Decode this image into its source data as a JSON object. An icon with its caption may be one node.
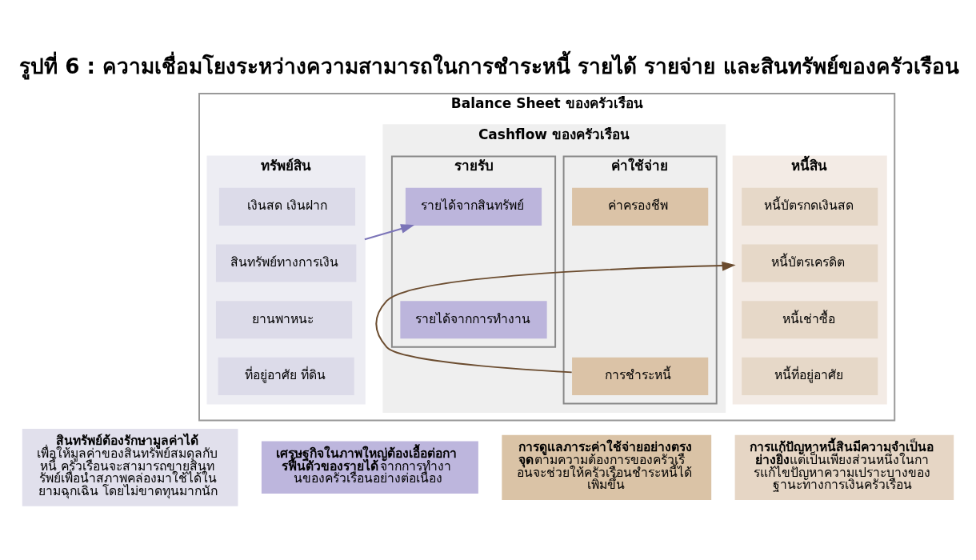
{
  "diagram": {
    "title": "รูปที่ 6 : ความเชื่อมโยงระหว่างความสามารถในการชำระหนี้ รายได้ รายจ่าย และสินทรัพย์ของครัวเรือน",
    "nodes": [
      {
        "text": [
          "Balance Sheet ของครัวเรือน"
        ]
      },
      {
        "text": [
          "ทรัพย์สิน"
        ],
        "in": 0
      },
      {
        "text": [
          "เงินสด เงินฝาก"
        ],
        "in": 1
      },
      {
        "text": [
          "สินทรัพย์ทางการเงิน"
        ],
        "in": 1
      },
      {
        "text": [
          "ยานพาหนะ"
        ],
        "in": 1
      },
      {
        "text": [
          "ที่อยู่อาศัย ที่ดิน"
        ],
        "in": 1
      },
      {
        "text": [
          "Cashflow ของครัวเรือน"
        ],
        "in": 0
      },
      {
        "text": [
          "รายรับ"
        ],
        "in": 6
      },
      {
        "text": [
          "รายได้จากสินทรัพย์"
        ],
        "in": 7
      },
      {
        "text": [
          "รายได้จากการทำงาน"
        ],
        "in": 7
      },
      {
        "text": [
          "ค่าใช้จ่าย"
        ],
        "in": 6
      },
      {
        "text": [
          "ค่าครองชีพ"
        ],
        "in": 10
      },
      {
        "text": [
          "การชำระหนี้"
        ],
        "in": 10
      },
      {
        "text": [
          "หนี้สิน"
        ],
        "in": 0
      },
      {
        "text": [
          "หนี้บัตรกดเงินสด"
        ],
        "in": 13
      },
      {
        "text": [
          "หนี้บัตรเครดิต"
        ],
        "in": 13
      },
      {
        "text": [
          "หนี้เช่าซื้อ"
        ],
        "in": 13
      },
      {
        "text": [
          "หนี้ที่อยู่อาศัย"
        ],
        "in": 13
      },
      {
        "text": [
          "**สินทรัพย์ต้องรักษามูลค่าได้** เพื่อให้มูลค่าของสินทรัพย์สมดุลกับหนี้ ครัวเรือนจะสามารถขายสินทรัพย์เพื่อนำสภาพคล่องมาใช้ได้ในยามฉุกเฉิน โดยไม่ขาดทุนมากนัก"
        ]
      },
      {
        "text": [
          "**เศรษฐกิจในภาพใหญ่ต้องเอื้อต่อการฟื้นตัวของรายได้** จากการทำงานของครัวเรือนอย่างต่อเนื่อง"
        ]
      },
      {
        "text": [
          "**การดูแลภาระค่าใช้จ่ายอย่างตรงจุด** ตามความต้องการของครัวเรือนจะช่วยให้ครัวเรือนชำระหนี้ได้เพิ่มขึ้น"
        ]
      },
      {
        "text": [
          "**การแก้ปัญหาหนี้สินมีความจำเป็นอย่างยิ่ง** แต่เป็นเพียงส่วนหนึ่งในการแก้ไขปัญหาความเปราะบางของฐานะทางการเงินครัวเรือน"
        ]
      }
    ],
    "edges": [
      {
        "from": 1,
        "to": 8,
        "arrow": "to",
        "color": "#7b74b8"
      },
      {
        "from": 12,
        "to": 13,
        "arrow": "to",
        "color": "#6b4c2f"
      }
    ]
  }
}
